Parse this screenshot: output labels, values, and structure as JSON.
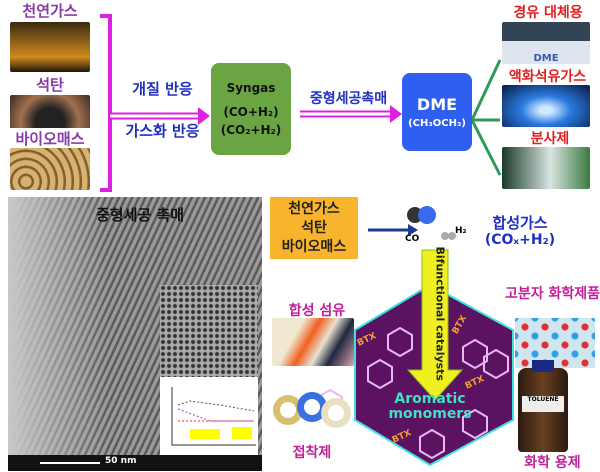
{
  "top": {
    "sources": [
      "천연가스",
      "석탄",
      "바이오매스"
    ],
    "reactions": [
      "개질 반응",
      "가스화 반응"
    ],
    "syngas": {
      "title": "Syngas",
      "line1": "(CO+H₂)",
      "line2": "(CO₂+H₂)"
    },
    "catalyst": "중형세공촉매",
    "dme": {
      "title": "DME",
      "formula": "(CH₃OCH₃)"
    },
    "uses": [
      "경유 대체용",
      "액화석유가스",
      "분사제"
    ],
    "bus_text": "DME"
  },
  "bottom": {
    "tem_title": "중형세공 촉매",
    "scale_bar": "50 nm",
    "source_box": [
      "천연가스",
      "석탄",
      "바이오매스"
    ],
    "co": "CO",
    "h2": "H₂",
    "syngas_label": "합성가스",
    "syngas_formula": "(COₓ+H₂)",
    "arrow_text": "Bifunctional catalysts",
    "hex_title": [
      "Aromatic",
      "monomers"
    ],
    "btx": "BTX",
    "products": [
      "합성 섬유",
      "고분자 화학제품",
      "접착제",
      "화학 용제"
    ],
    "bottle_label": "TOLUENE"
  },
  "colors": {
    "bracket": "#e020e0",
    "syngas": "#6aa443",
    "dme": "#2f5ff0",
    "hexagon": "#5b1260",
    "arrow": "#f0f020",
    "source_box": "#f8b42c",
    "green_arrow": "#2e9a5a"
  }
}
